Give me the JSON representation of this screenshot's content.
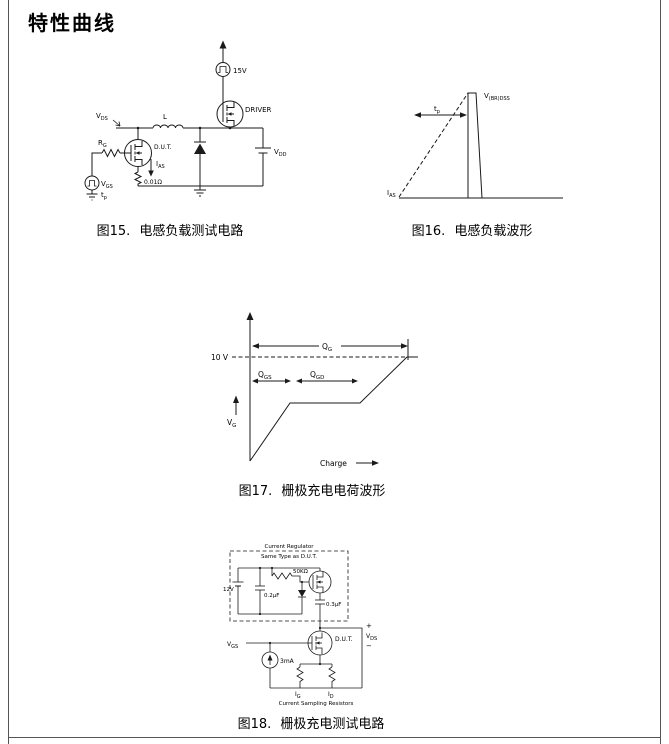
{
  "page": {
    "title": "特性曲线"
  },
  "fig15": {
    "caption": {
      "num": "图15.",
      "text": "电感负载测试电路"
    },
    "labels": {
      "supply": "15V",
      "driver": "DRIVER",
      "vds": {
        "main": "V",
        "sub": "DS"
      },
      "inductor": "L",
      "rg": {
        "main": "R",
        "sub": "G"
      },
      "dut": "D.U.T.",
      "vgs": {
        "main": "V",
        "sub": "GS"
      },
      "tp": {
        "main": "t",
        "sub": "p"
      },
      "ias": {
        "main": "I",
        "sub": "AS"
      },
      "sense_resistor": "0.01Ω",
      "vdd": {
        "main": "V",
        "sub": "DD"
      }
    }
  },
  "fig16": {
    "caption": {
      "num": "图16.",
      "text": "电感负载波形"
    },
    "labels": {
      "tp": {
        "main": "t",
        "sub": "p"
      },
      "vbrdss": {
        "main": "V",
        "sub": "(BR)DSS"
      },
      "ias": {
        "main": "I",
        "sub": "AS"
      }
    }
  },
  "fig17": {
    "caption": {
      "num": "图17.",
      "text": "栅极充电电荷波形"
    },
    "labels": {
      "level": "10 V",
      "qg": {
        "main": "Q",
        "sub": "G"
      },
      "qgs": {
        "main": "Q",
        "sub": "GS"
      },
      "qgd": {
        "main": "Q",
        "sub": "GD"
      },
      "vg": {
        "main": "V",
        "sub": "G"
      },
      "xaxis": "Charge"
    }
  },
  "fig18": {
    "caption": {
      "num": "图18.",
      "text": "栅极充电测试电路"
    },
    "labels": {
      "box_line1": "Current Regulator",
      "box_line2": "Same Type as D.U.T.",
      "resistor": "50KΩ",
      "battery": "12V",
      "cap1": "0.2µF",
      "cap2": "0.3µF",
      "dut": "D.U.T.",
      "plus": "+",
      "minus": "−",
      "vds": {
        "main": "V",
        "sub": "DS"
      },
      "vgs": {
        "main": "V",
        "sub": "GS"
      },
      "current_source": "3mA",
      "ig": {
        "main": "I",
        "sub": "G"
      },
      "id": {
        "main": "I",
        "sub": "D"
      },
      "note": "Current Sampling Resistors"
    }
  }
}
